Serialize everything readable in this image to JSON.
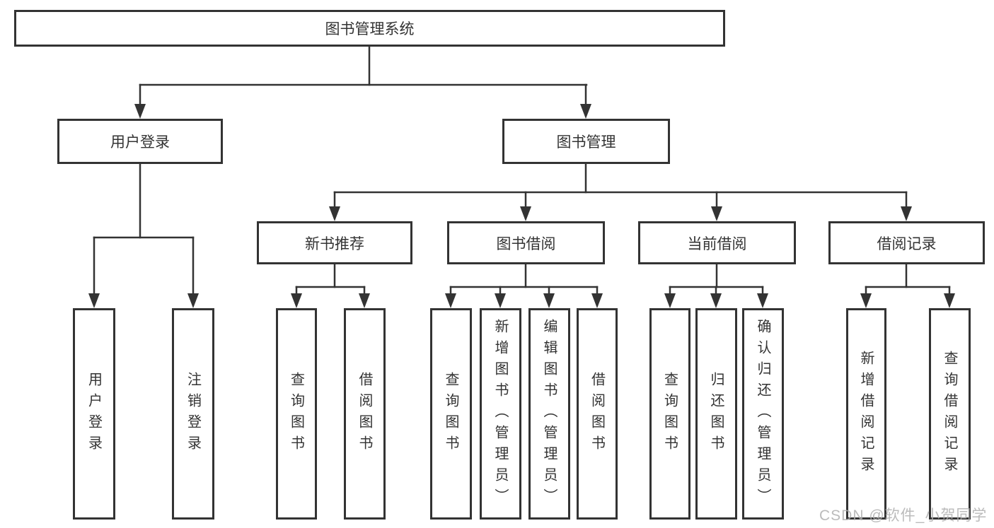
{
  "diagram": {
    "root": {
      "label": "图书管理系统"
    },
    "branches": [
      {
        "label": "用户登录",
        "children": [
          {
            "label": "用户登录"
          },
          {
            "label": "注销登录"
          }
        ]
      },
      {
        "label": "图书管理",
        "sections": [
          {
            "label": "新书推荐",
            "children": [
              {
                "label": "查询图书"
              },
              {
                "label": "借阅图书"
              }
            ]
          },
          {
            "label": "图书借阅",
            "children": [
              {
                "label": "查询图书"
              },
              {
                "label": "新增图书（管理员）"
              },
              {
                "label": "编辑图书（管理员）"
              },
              {
                "label": "借阅图书"
              }
            ]
          },
          {
            "label": "当前借阅",
            "children": [
              {
                "label": "查询图书"
              },
              {
                "label": "归还图书"
              },
              {
                "label": "确认归还（管理员）"
              }
            ]
          },
          {
            "label": "借阅记录",
            "children": [
              {
                "label": "新增借阅记录"
              },
              {
                "label": "查询借阅记录"
              }
            ]
          }
        ]
      }
    ]
  },
  "watermark": {
    "text": "CSDN @软件_小贺同学"
  },
  "colors": {
    "line": "#333333",
    "text": "#333333",
    "box_background": "#ffffff",
    "watermark": "#b0b0b0"
  }
}
